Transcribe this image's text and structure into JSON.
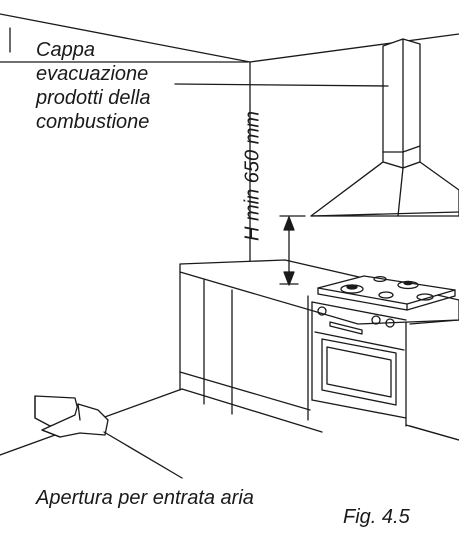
{
  "hood_label": [
    "Cappa",
    "evacuazione",
    "prodotti della",
    "combustione"
  ],
  "height_label": "H min 650 mm",
  "air_inlet_label": "Apertura per entrata aria",
  "figure_label": "Fig. 4.5"
}
